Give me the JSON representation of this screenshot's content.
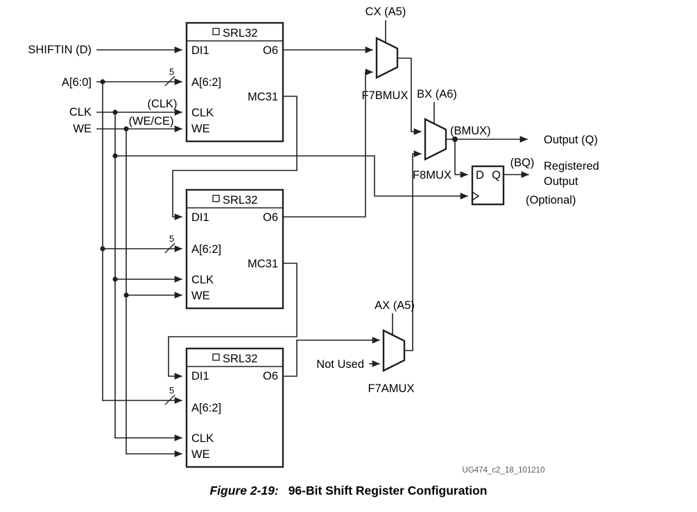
{
  "figure": {
    "number": "Figure 2-19:",
    "title": "96-Bit Shift Register Configuration",
    "reference_id": "UG474_c2_18_101210"
  },
  "inputs": {
    "shiftin": "SHIFTIN (D)",
    "address": "A[6:0]",
    "clk": "CLK",
    "we": "WE",
    "clk_tap": "(CLK)",
    "we_tap": "(WE/CE)",
    "bus_width": "5"
  },
  "blocks": [
    {
      "id": "srl32-top",
      "title": "SRL32",
      "pins_in": [
        "DI1",
        "A[6:2]",
        "CLK",
        "WE"
      ],
      "pins_out": [
        "O6",
        "MC31"
      ]
    },
    {
      "id": "srl32-middle",
      "title": "SRL32",
      "pins_in": [
        "DI1",
        "A[6:2]",
        "CLK",
        "WE"
      ],
      "pins_out": [
        "O6",
        "MC31"
      ]
    },
    {
      "id": "srl32-bottom",
      "title": "SRL32",
      "pins_in": [
        "DI1",
        "A[6:2]",
        "CLK",
        "WE"
      ],
      "pins_out": [
        "O6"
      ]
    }
  ],
  "muxes": [
    {
      "id": "f7bmux",
      "label": "F7BMUX",
      "select": "CX (A5)"
    },
    {
      "id": "f8mux",
      "label": "F8MUX",
      "select": "BX (A6)"
    },
    {
      "id": "f7amux",
      "label": "F7AMUX",
      "select": "AX (A5)"
    }
  ],
  "flipflop": {
    "d_pin": "D",
    "q_pin": "Q",
    "optional_note": "(Optional)"
  },
  "nets": {
    "bmux": "(BMUX)",
    "bq": "(BQ)"
  },
  "outputs": {
    "combinatorial": "Output (Q)",
    "registered_line1": "Registered",
    "registered_line2": "Output"
  },
  "annotations": {
    "not_used": "Not Used"
  },
  "colors": {
    "line": "#231f20",
    "background": "#ffffff",
    "reference_text": "#58595b"
  }
}
